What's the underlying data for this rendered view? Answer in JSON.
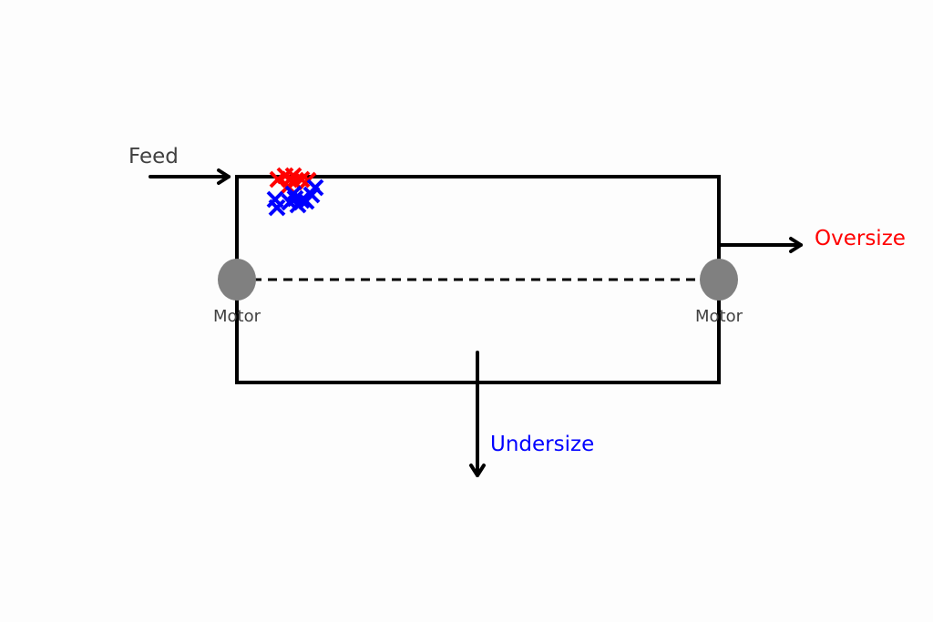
{
  "labels": {
    "feed": "Feed",
    "oversize": "Oversize",
    "undersize": "Undersize",
    "motor_left": "Motor",
    "motor_right": "Motor"
  },
  "colors": {
    "outline": "#000000",
    "motor": "#808080",
    "text": "#404040",
    "oversize": "#ff0000",
    "undersize": "#0000ff",
    "background": "#fdfdfd"
  },
  "particles": {
    "oversize_color": "#ff0000",
    "undersize_color": "#0000ff"
  }
}
